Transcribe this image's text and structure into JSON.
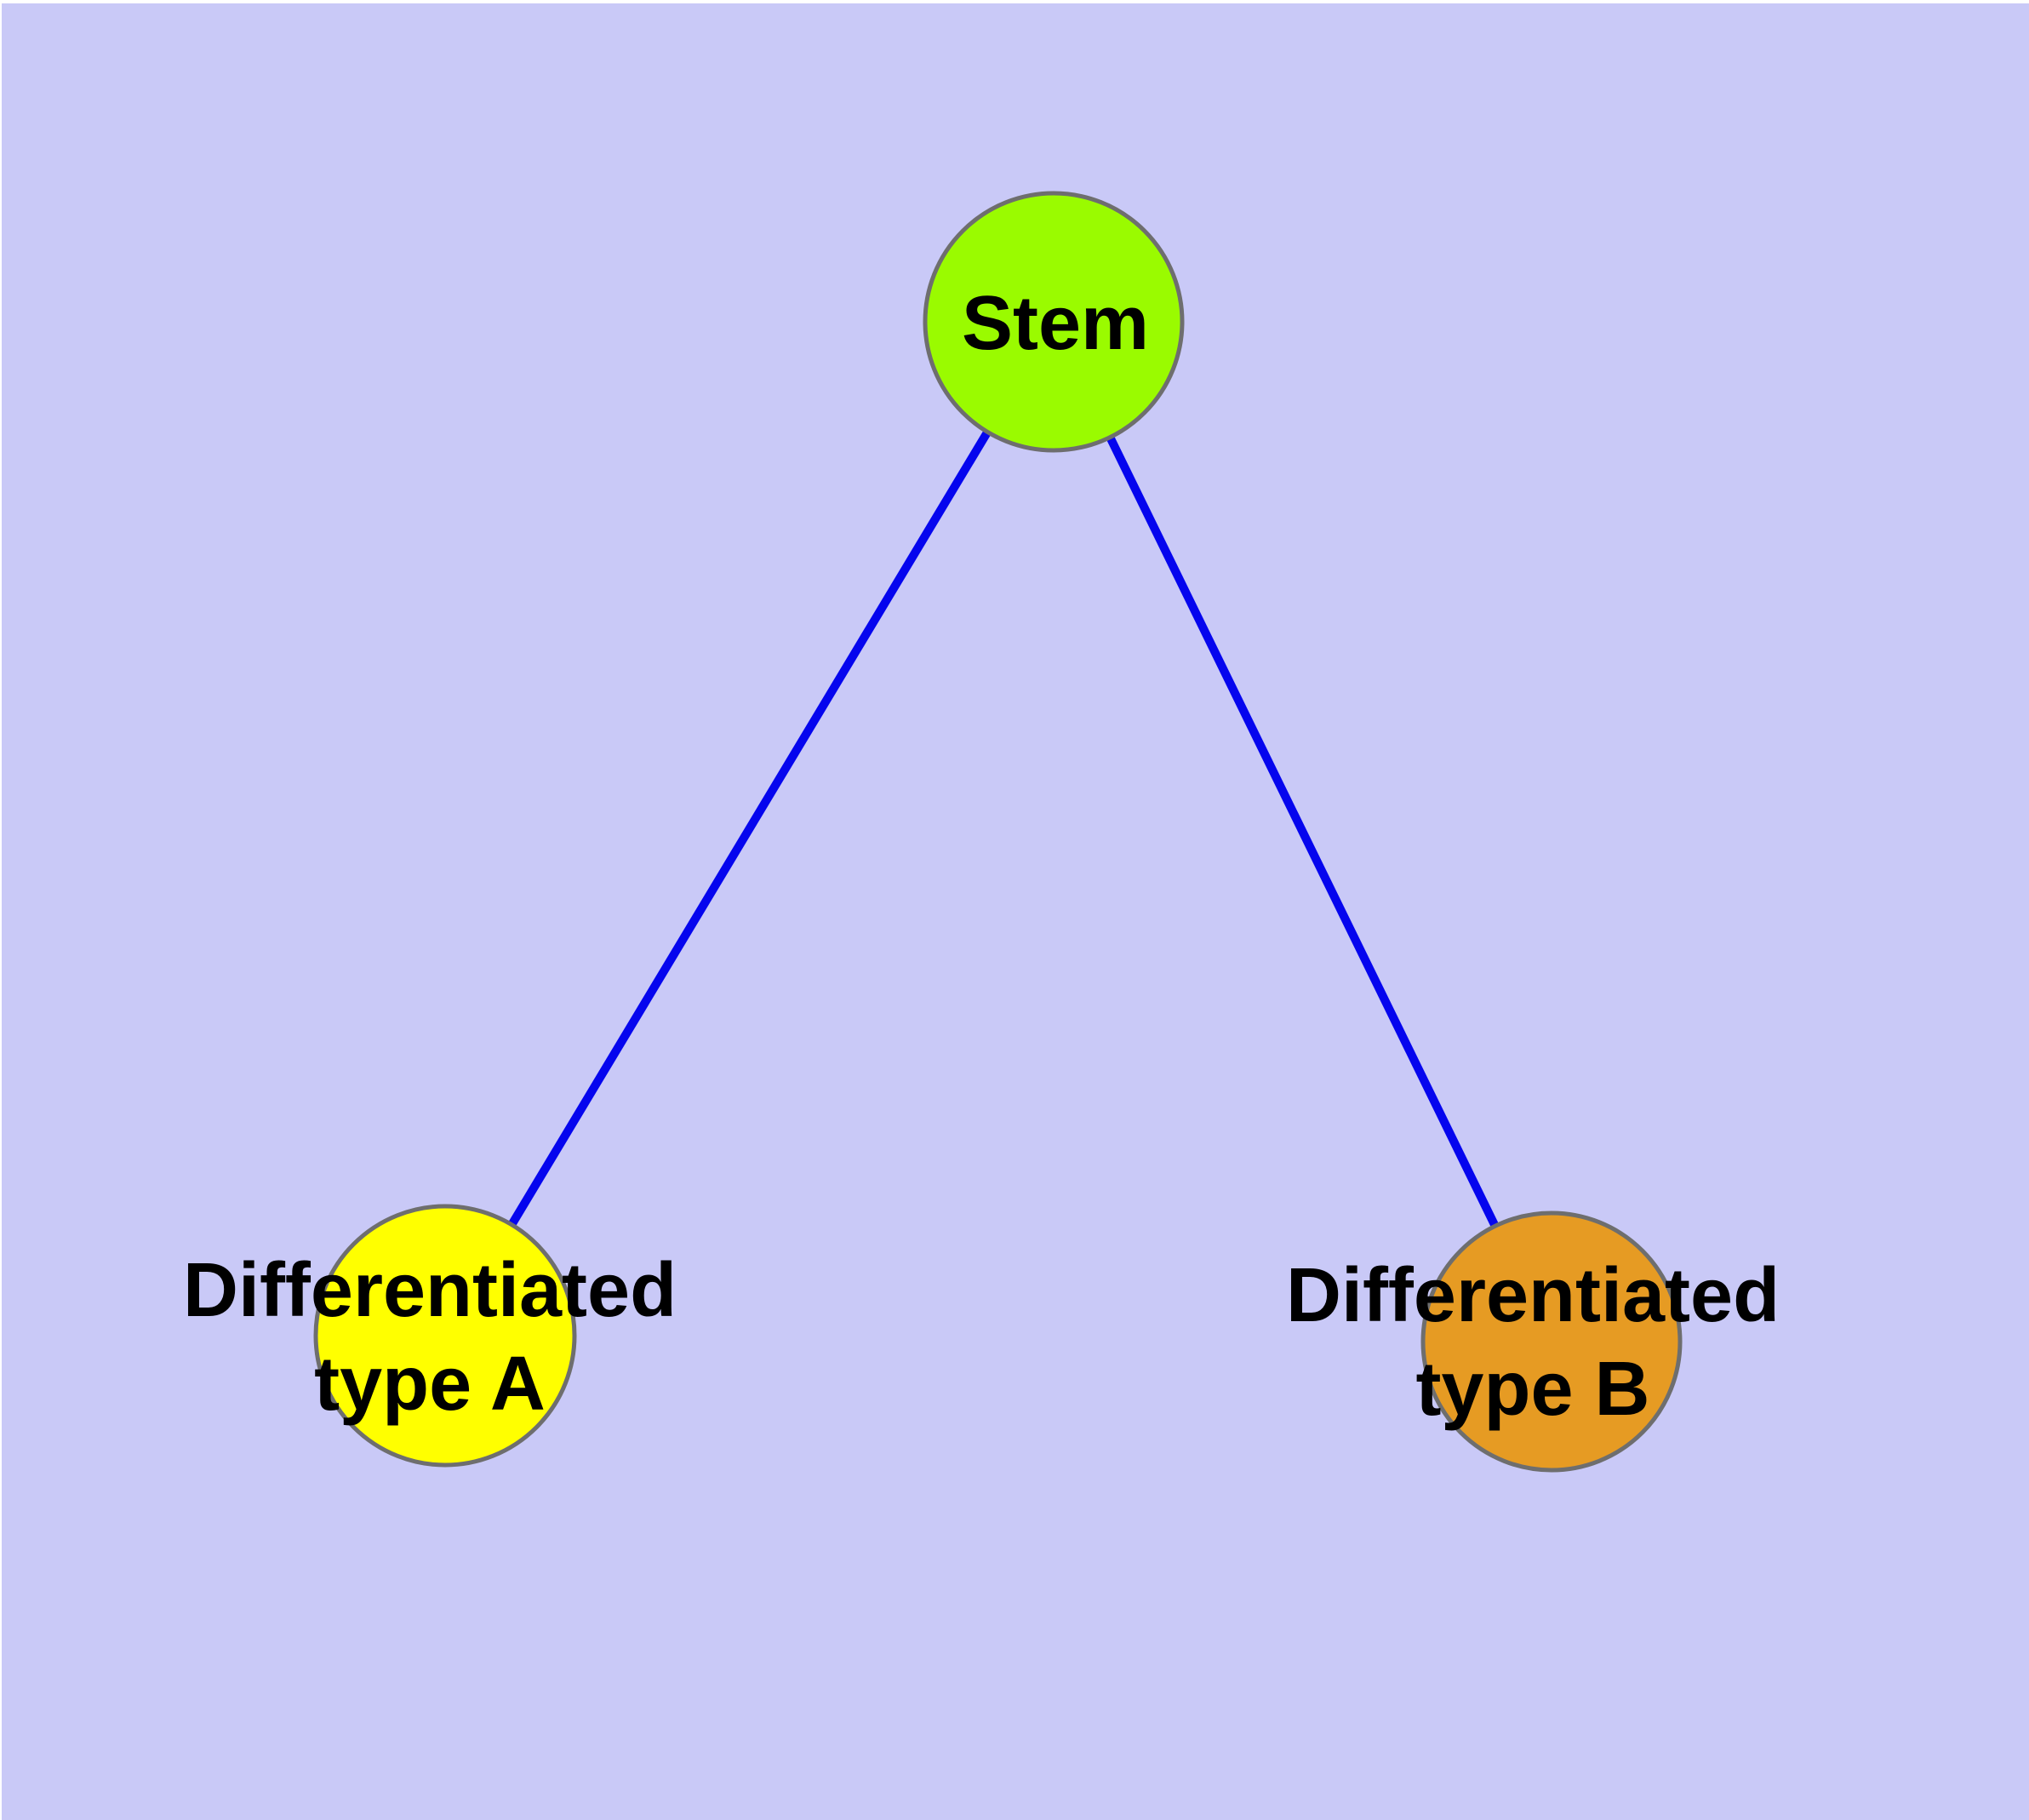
{
  "diagram": {
    "type": "graph",
    "background_color": "#c9c9f7",
    "node_border_color": "#6e6e6e",
    "edge_color": "#0505ee",
    "text_color": "#000000",
    "nodes": {
      "stem": {
        "label": "Stem",
        "fill": "#9afb00"
      },
      "type_a": {
        "label": "Differentiated\ntype A",
        "fill": "#ffff00"
      },
      "type_b": {
        "label": "Differentiated\ntype B",
        "fill": "#e69b23"
      }
    },
    "edges": [
      {
        "from": "Stem",
        "to": "Differentiated type A"
      },
      {
        "from": "Stem",
        "to": "Differentiated type B"
      }
    ]
  }
}
